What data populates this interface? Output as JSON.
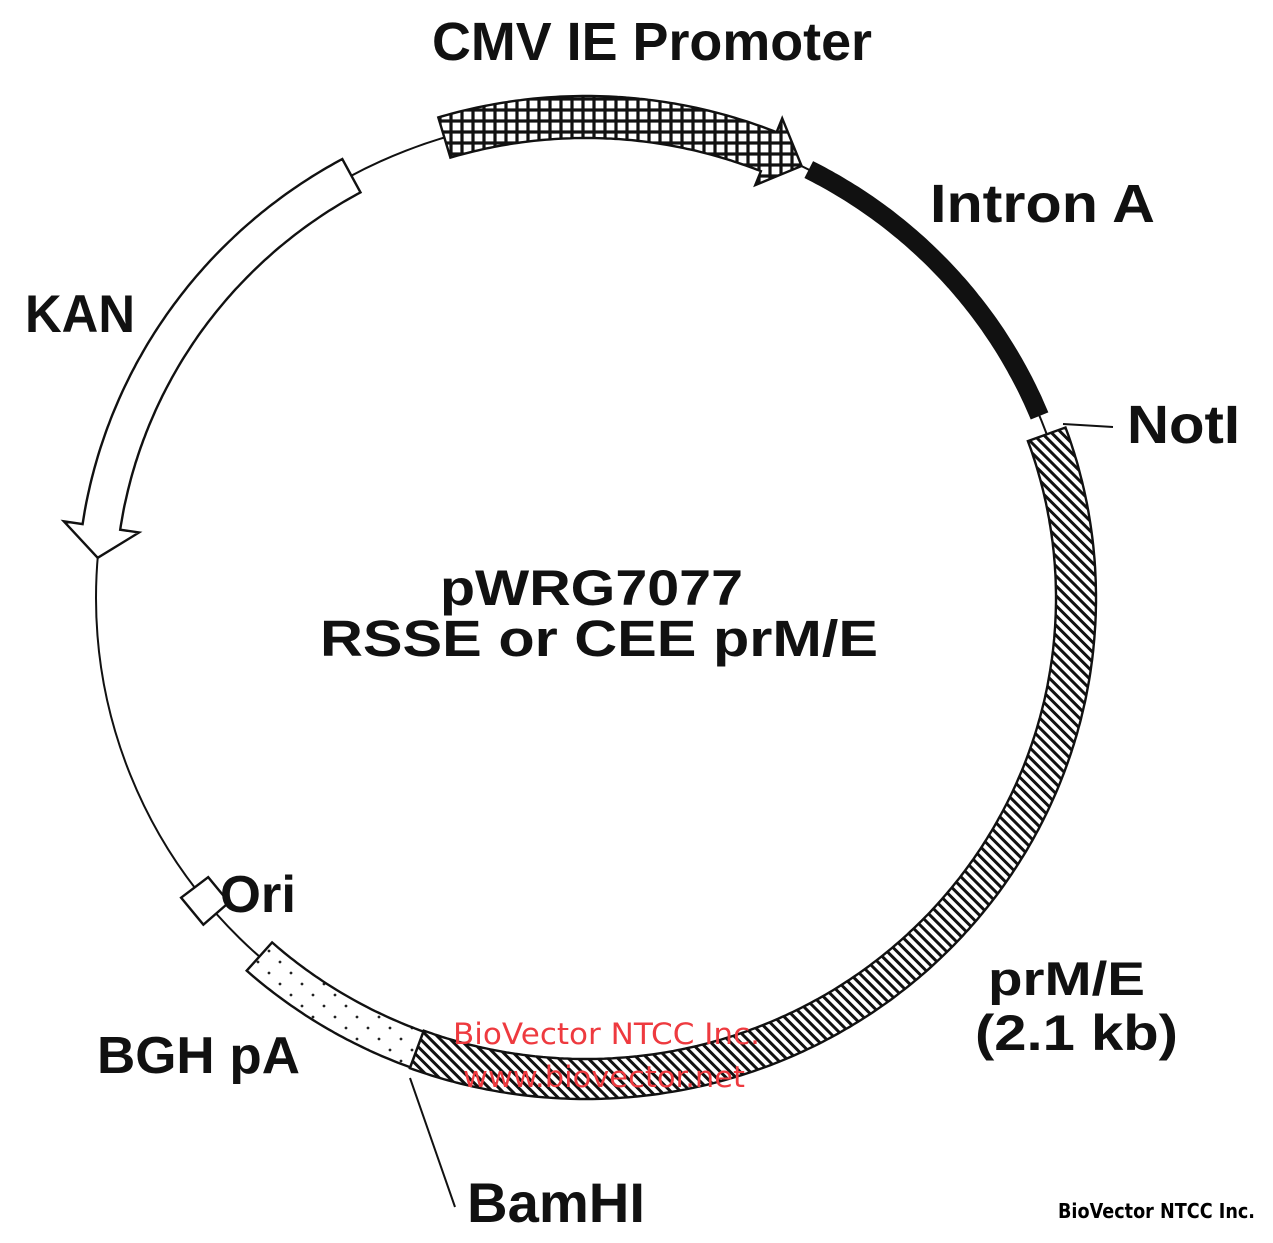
{
  "plasmid": {
    "name": "pWRG7077",
    "subtitle": "RSSE or CEE prM/E"
  },
  "features": [
    {
      "id": "cmv",
      "label": "CMV IE Promoter",
      "type": "promoter",
      "direction": "clockwise",
      "fill": "crosshatch"
    },
    {
      "id": "intron",
      "label": "Intron A",
      "type": "intron",
      "fill": "solid-black"
    },
    {
      "id": "prme",
      "label": "prM/E",
      "size_label": "(2.1 kb)",
      "type": "insert",
      "fill": "diagonal-hatch"
    },
    {
      "id": "bgh",
      "label": "BGH pA",
      "type": "polyA-signal",
      "fill": "dots"
    },
    {
      "id": "ori",
      "label": "Ori",
      "type": "origin-of-replication",
      "fill": "white"
    },
    {
      "id": "kan",
      "label": "KAN",
      "type": "resistance-gene",
      "direction": "counterclockwise",
      "fill": "white"
    }
  ],
  "sites": [
    {
      "id": "noti",
      "label": "NotI"
    },
    {
      "id": "bamhi",
      "label": "BamHI"
    }
  ],
  "watermark": {
    "line1": "BioVector NTCC Inc.",
    "line2": "www.biovector.net",
    "color": "#ee3a3f"
  },
  "credit": "BioVector NTCC Inc."
}
